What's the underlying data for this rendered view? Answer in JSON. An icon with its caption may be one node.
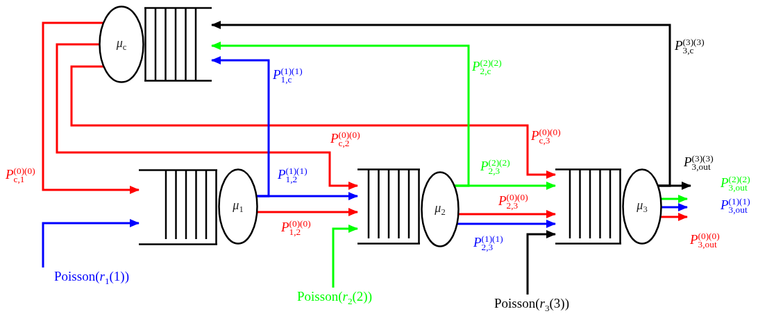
{
  "diagram": {
    "nodes": [
      {
        "text": [
          "*μ*$_{c}$"
        ]
      },
      {
        "text": [],
        "shape": "box"
      },
      {
        "text": [],
        "shape": "box"
      },
      {
        "text": [
          "*μ*$_{1}$"
        ]
      },
      {
        "text": [],
        "shape": "box"
      },
      {
        "text": [
          "*μ*$_{2}$"
        ]
      },
      {
        "text": [],
        "shape": "box"
      },
      {
        "text": [
          "*μ*$_{3}$"
        ]
      },
      {
        "text": [
          "Poisson(*r*$_{1}$(1))"
        ]
      },
      {
        "text": [
          "Poisson(*r*$_{2}$(2))"
        ]
      },
      {
        "text": [
          "Poisson(*r*$_{3}$(3))"
        ]
      }
    ],
    "edges": [
      {
        "from": 0,
        "to": 2,
        "arrow": "to",
        "label": "*P*$^{(0)(0)}$$_{c,1}$"
      },
      {
        "from": 0,
        "to": 4,
        "arrow": "to",
        "label": "*P*$^{(0)(0)}$$_{c,2}$"
      },
      {
        "from": 0,
        "to": 6,
        "arrow": "to",
        "label": "*P*$^{(0)(0)}$$_{c,3}$"
      },
      {
        "from": 8,
        "to": 2,
        "arrow": "to",
        "color": "#0000ff"
      },
      {
        "from": 3,
        "to": 4,
        "arrow": "to",
        "label": "*P*$^{(1)(1)}$$_{1,2}$",
        "color": "#0000ff"
      },
      {
        "from": 3,
        "to": 1,
        "arrow": "to",
        "label": "*P*$^{(1)(1)}$$_{1,c}$",
        "color": "#0000ff"
      },
      {
        "from": 3,
        "to": 4,
        "arrow": "to",
        "label": "*P*$^{(0)(0)}$$_{1,2}$"
      },
      {
        "from": 9,
        "to": 4,
        "arrow": "to",
        "color": "#00ff00"
      },
      {
        "from": 5,
        "to": 6,
        "arrow": "to",
        "label": "*P*$^{(2)(2)}$$_{2,3}$",
        "color": "#00ff00"
      },
      {
        "from": 5,
        "to": 1,
        "arrow": "to",
        "label": "*P*$^{(2)(2)}$$_{2,c}$",
        "color": "#00ff00"
      },
      {
        "from": 5,
        "to": 6,
        "arrow": "to",
        "label": "*P*$^{(0)(0)}$$_{2,3}$"
      },
      {
        "from": 5,
        "to": 6,
        "arrow": "to",
        "label": "*P*$^{(1)(1)}$$_{2,3}$",
        "color": "#0000ff"
      },
      {
        "from": 10,
        "to": 6,
        "arrow": "to",
        "color": "#000000"
      },
      {
        "from": 7,
        "to": null,
        "arrow": "to",
        "label": "*P*$^{(3)(3)}$$_{3,out}$",
        "color": "#000000"
      },
      {
        "from": 7,
        "to": 1,
        "arrow": "to",
        "label": "*P*$^{(3)(3)}$$_{3,c}$",
        "color": "#000000"
      },
      {
        "from": 7,
        "to": null,
        "arrow": "to",
        "label": "*P*$^{(2)(2)}$$_{3,out}$",
        "color": "#00ff00"
      },
      {
        "from": 7,
        "to": null,
        "arrow": "to",
        "label": "*P*$^{(1)(1)}$$_{3,out}$",
        "color": "#0000ff"
      },
      {
        "from": 7,
        "to": null,
        "arrow": "to",
        "label": "*P*$^{(0)(0)}$$_{3,out}$"
      }
    ]
  }
}
